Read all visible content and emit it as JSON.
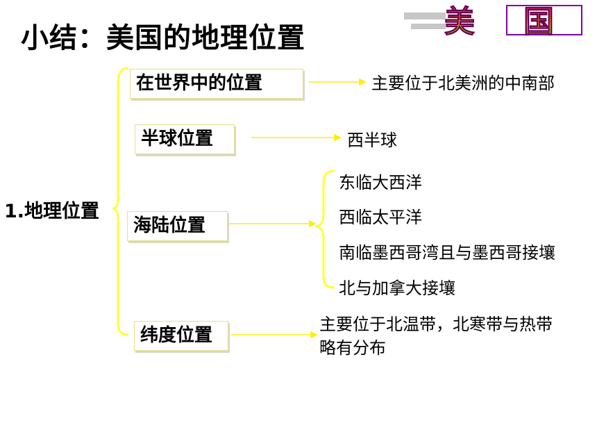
{
  "title": "小结：美国的地理位置",
  "logo": {
    "text": "美国",
    "icon": "usa-colorful-logo"
  },
  "root_label": "1.地理位置",
  "branches": [
    {
      "label": "在世界中的位置",
      "result": "主要位于北美洲的中南部"
    },
    {
      "label": "半球位置",
      "result": "西半球"
    },
    {
      "label": "海陆位置",
      "items": [
        "东临大西洋",
        "西临太平洋",
        "南临墨西哥湾且与墨西哥接壤",
        "北与加拿大接壤"
      ]
    },
    {
      "label": "纬度位置",
      "result_lines": [
        "主要位于北温带，北寒带与热带",
        "略有分布"
      ]
    }
  ],
  "colors": {
    "brace": "#ffff33",
    "arrow": "#ffee00",
    "box_border": "#e6e08a"
  }
}
